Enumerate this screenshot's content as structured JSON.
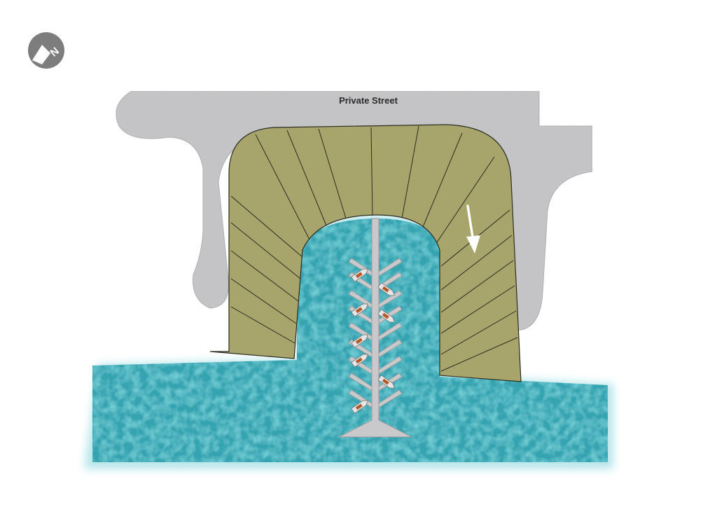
{
  "map": {
    "street_name": "Private Street",
    "compass_label": "N",
    "colors": {
      "street": "#c4c5c6",
      "street_edge": "#a9aaab",
      "lots": "#a7a56b",
      "lot_lines": "#2c2c22",
      "water": "#35a3b0",
      "water_light": "#64c4cd",
      "dock": "#c9c9cb",
      "boat_hull": "#e6e6e6",
      "boat_deck": "#b25a2a",
      "arrow": "#ffffff",
      "compass": "#7d7d7d"
    },
    "icons": {
      "compass": "north-compass-icon",
      "arrow": "flow-arrow-icon",
      "boat": "boat-icon"
    },
    "counts": {
      "waterfront_lots": 19,
      "moored_boats": 8
    }
  }
}
